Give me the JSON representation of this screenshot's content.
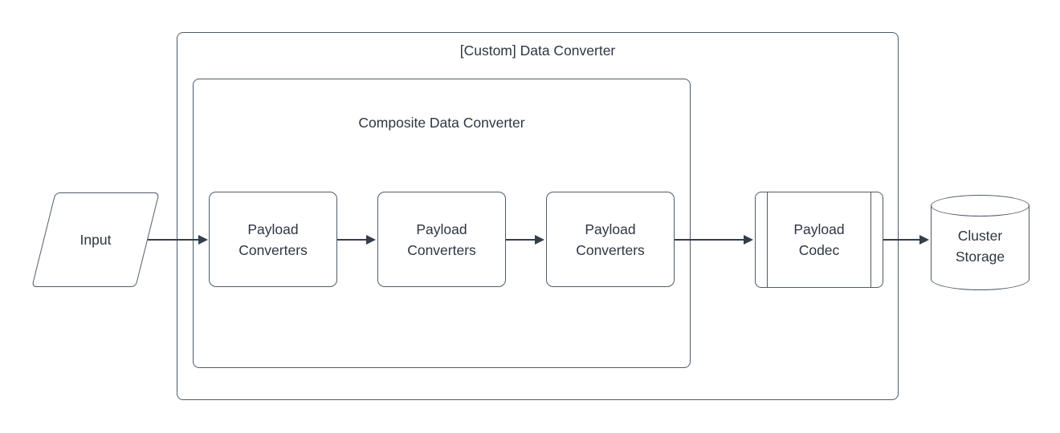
{
  "colors": {
    "canvas_bg": "#ffffff",
    "shape_fill": "#ffffff",
    "stroke": "#505a66",
    "arrow": "#343e4c",
    "text": "#2d3642"
  },
  "diagram": {
    "outer_group": {
      "label": "[Custom] Data Converter",
      "shape": "rounded-rectangle-container"
    },
    "composite_group": {
      "label": "Composite Data Converter",
      "shape": "rounded-rectangle-container"
    },
    "nodes": {
      "input": {
        "label": "Input",
        "shape": "parallelogram"
      },
      "payload_converter_1": {
        "label": "Payload Converters",
        "shape": "rounded-rectangle"
      },
      "payload_converter_2": {
        "label": "Payload Converters",
        "shape": "rounded-rectangle"
      },
      "payload_converter_3": {
        "label": "Payload Converters",
        "shape": "rounded-rectangle"
      },
      "payload_codec": {
        "label": "Payload Codec",
        "shape": "predefined-process"
      },
      "cluster_storage": {
        "label": "Cluster Storage",
        "shape": "cylinder"
      }
    },
    "edges": [
      {
        "from": "input",
        "to": "payload_converter_1"
      },
      {
        "from": "payload_converter_1",
        "to": "payload_converter_2"
      },
      {
        "from": "payload_converter_2",
        "to": "payload_converter_3"
      },
      {
        "from": "payload_converter_3",
        "to": "payload_codec"
      },
      {
        "from": "payload_codec",
        "to": "cluster_storage"
      }
    ]
  }
}
